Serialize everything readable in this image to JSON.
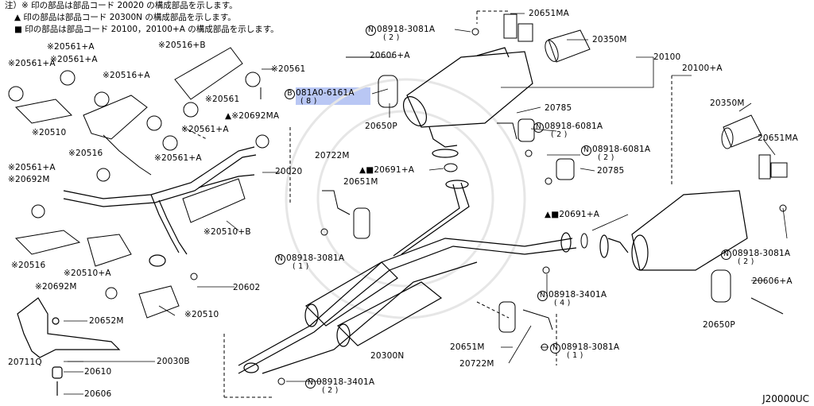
{
  "notes": [
    "注）※ 印の部品は部品コード 20020 の構成部品を示します。",
    "▲ 印の部品は部品コード 20300N の構成部品を示します。",
    "■ 印の部品は部品コード 20100，20100+A の構成部品を示します。"
  ],
  "parts": {
    "p20651MA_top": "20651MA",
    "p08918_3081A_top": "08918-3081A",
    "p08918_3081A_top_qty": "( 2 )",
    "p20606A_top": "20606+A",
    "p20350M_top": "20350M",
    "p20100": "20100",
    "p20561_top": "※20561",
    "p081A0_6161A": "081A0-6161A",
    "p081A0_6161A_qty": "( 8 )",
    "p081A0_prefix": "B",
    "p20650P_top": "20650P",
    "p20692MA": "▲※20692MA",
    "p20561_mid": "※20561",
    "p20561A_mid": "※20561+A",
    "p20785_top": "20785",
    "p08918_6081A_1": "08918-6081A",
    "p08918_6081A_1_qty": "( 2 )",
    "p08918_6081A_2": "08918-6081A",
    "p08918_6081A_2_qty": "( 2 )",
    "p20785_mid": "20785",
    "p20100A": "20100+A",
    "p20350M_right": "20350M",
    "p20651MA_right": "20651MA",
    "p20561A_left1": "※20561+A",
    "p20561A_left2": "※20561+A",
    "p20561A_left3": "※20561+A",
    "p20516B": "※20516+B",
    "p20516A": "※20516+A",
    "p20510_top": "※20510",
    "p20516_mid": "※20516",
    "p20561A_lower": "※20561+A",
    "p20561A_lower2": "※20561+A",
    "p20692M_left": "※20692M",
    "p20020": "20020",
    "p20722M_top": "20722M",
    "p20651M_top": "20651M",
    "p20691A_top": "▲■20691+A",
    "p20510B": "※20510+B",
    "p20691A_right": "▲■20691+A",
    "p08918_3081A_right": "08918-3081A",
    "p08918_3081A_right_qty": "( 2 )",
    "p20606A_right": "20606+A",
    "p20516_bot": "※20516",
    "p20510A": "※20510+A",
    "p08918_3081A_mid": "08918-3081A",
    "p08918_3081A_mid_qty": "( 1 )",
    "p20602": "20602",
    "p08918_3401A_1": "08918-3401A",
    "p08918_3401A_1_qty": "( 4 )",
    "p20692M_bot": "※20692M",
    "p20510_bot": "※20510",
    "p20650P_right": "20650P",
    "p20652M": "20652M",
    "p20711Q": "20711Q",
    "p20030B": "20030B",
    "p20610": "20610",
    "p20606": "20606",
    "p20300N": "20300N",
    "p20651M_bot": "20651M",
    "p20722M_bot": "20722M",
    "p08918_3081A_bot": "08918-3081A",
    "p08918_3081A_bot_qty": "( 1 )",
    "p08918_3401A_2": "08918-3401A",
    "p08918_3401A_2_qty": "( 2 )",
    "circle_mark": "N"
  },
  "diagram_code": "J20000UC",
  "highlight_color": "#b9c7f4"
}
